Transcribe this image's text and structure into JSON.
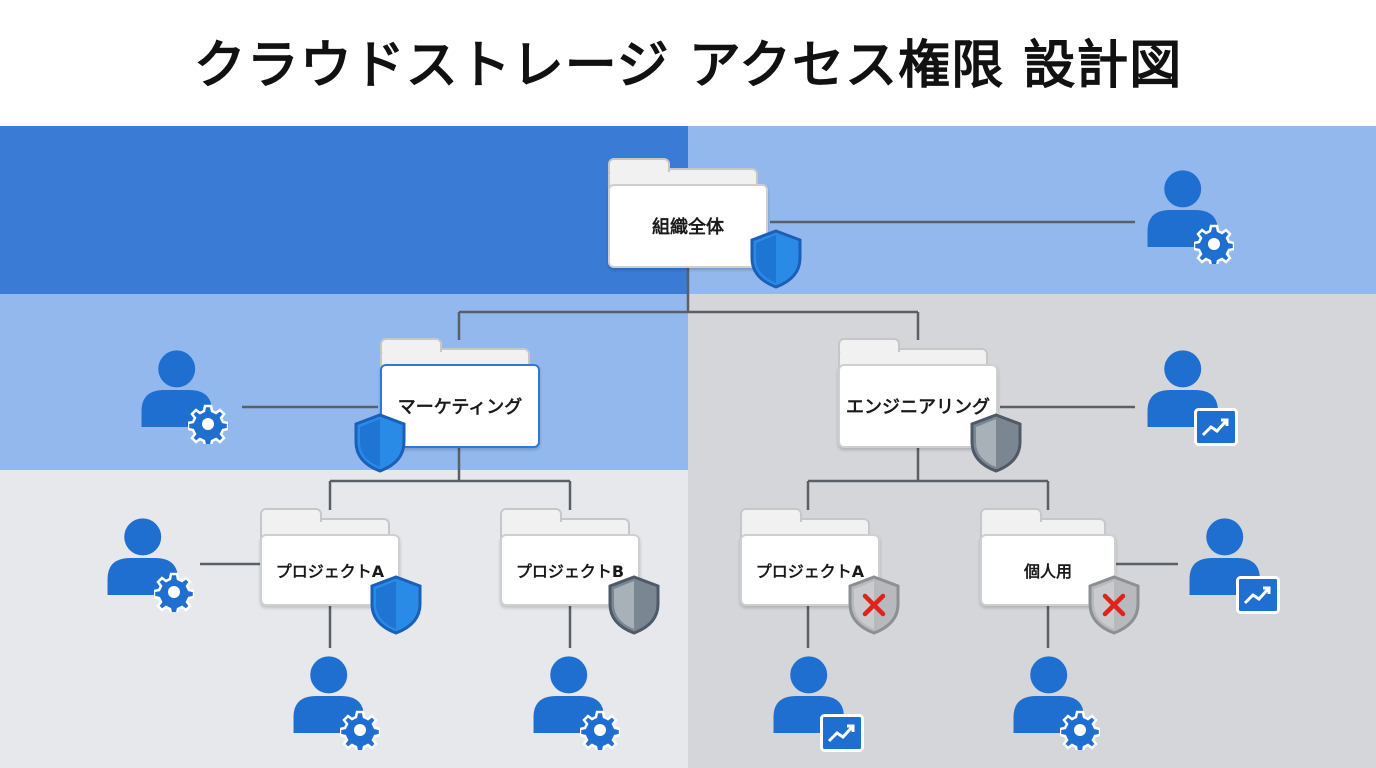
{
  "title": "クラウドストレージ アクセス権限 設計図",
  "colors": {
    "band_top_left": "#3a7bd5",
    "band_top_right": "#93b8ee",
    "band_mid_left": "#93b8ee",
    "band_mid_right": "#d4d6d9",
    "band_low_left": "#e6e8eb",
    "band_low_right": "#d4d6d9",
    "user_blue": "#1f6fd1",
    "shield_blue": "#1f86e0",
    "shield_gray": "#8e98a3",
    "deny_red": "#e0221b"
  },
  "nodes": {
    "root": {
      "label": "組織全体",
      "shield": "shield-blue-icon",
      "user_icon": "user-gear-icon"
    },
    "marketing": {
      "label": "マーケティング",
      "shield": "shield-blue-icon",
      "user_icon": "user-gear-icon"
    },
    "engineering": {
      "label": "エンジニアリング",
      "shield": "shield-gray-icon",
      "user_icon": "user-chart-icon"
    },
    "mkt_project_a": {
      "label": "プロジェクトA",
      "shield": "shield-blue-icon",
      "user_icon": "user-gear-icon"
    },
    "mkt_project_b": {
      "label": "プロジェクトB",
      "shield": "shield-gray-icon",
      "user_icon": "user-gear-icon"
    },
    "eng_project_a": {
      "label": "プロジェクトA",
      "shield": "shield-denied-icon",
      "user_icon": "user-chart-icon"
    },
    "personal": {
      "label": "個人用",
      "shield": "shield-denied-icon",
      "user_icon": "user-chart-icon"
    }
  }
}
